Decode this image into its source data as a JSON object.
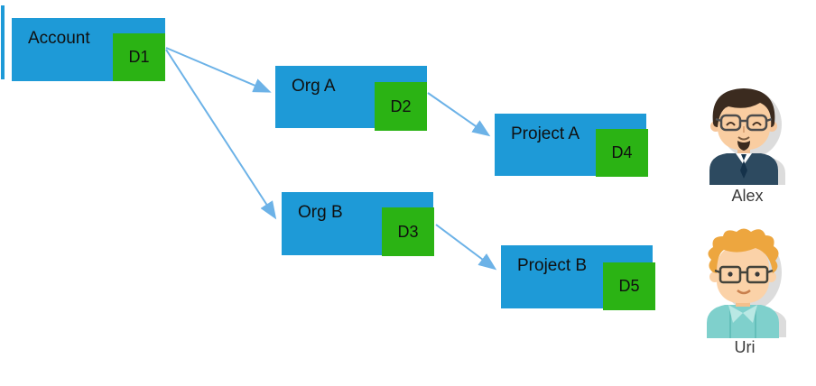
{
  "diagram": {
    "colors": {
      "node_fill": "#1e9ad7",
      "badge_fill": "#2bb314",
      "arrow": "#6cb2e7"
    },
    "nodes": {
      "account": {
        "label": "Account",
        "badge": "D1"
      },
      "org_a": {
        "label": "Org A",
        "badge": "D2"
      },
      "org_b": {
        "label": "Org B",
        "badge": "D3"
      },
      "project_a": {
        "label": "Project A",
        "badge": "D4"
      },
      "project_b": {
        "label": "Project B",
        "badge": "D5"
      }
    },
    "edges": [
      {
        "from": "D1",
        "to": "Org A"
      },
      {
        "from": "D1",
        "to": "Org B"
      },
      {
        "from": "D2",
        "to": "Project A"
      },
      {
        "from": "D3",
        "to": "Project B"
      }
    ]
  },
  "users": {
    "alex": {
      "name": "Alex"
    },
    "uri": {
      "name": "Uri"
    }
  }
}
